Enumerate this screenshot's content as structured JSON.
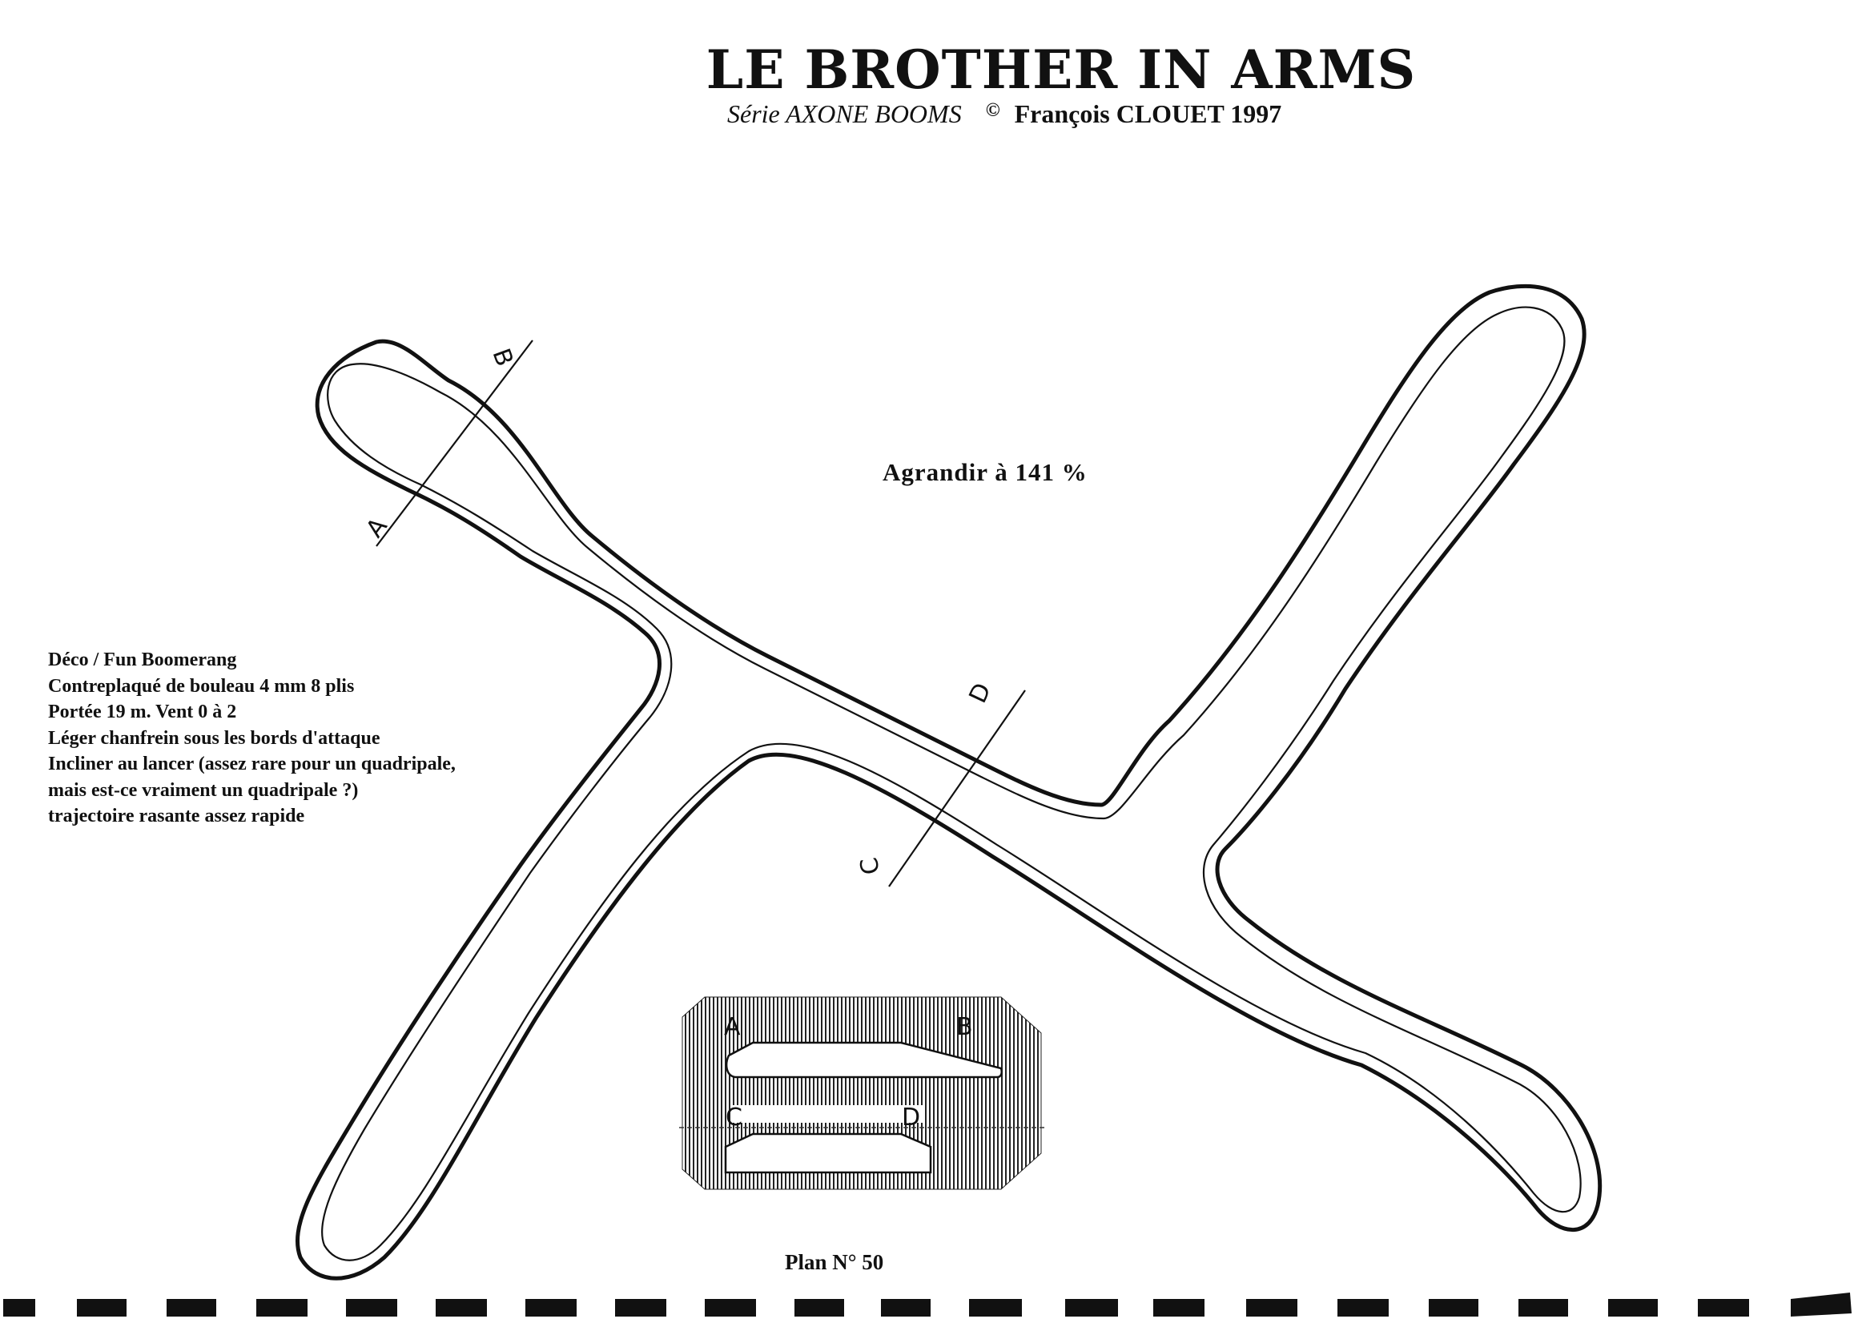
{
  "title": "LE BROTHER IN ARMS",
  "subtitle": {
    "series": "Série AXONE BOOMS",
    "copyright_symbol": "©",
    "author": "François CLOUET 1997"
  },
  "enlarge_note": "Agrandir à 141 %",
  "notes": [
    "Déco / Fun Boomerang",
    "Contreplaqué de bouleau 4 mm 8 plis",
    "Portée 19 m. Vent 0 à 2",
    "Léger chanfrein sous les bords d'attaque",
    "Incliner au lancer (assez rare pour un quadripale,",
    "mais est-ce vraiment un quadripale ?)",
    "trajectoire rasante assez rapide"
  ],
  "section_labels": {
    "a": "A",
    "b": "B",
    "c": "C",
    "d": "D"
  },
  "plan_number": "Plan N° 50",
  "colors": {
    "ink": "#111111",
    "paper": "#ffffff"
  }
}
